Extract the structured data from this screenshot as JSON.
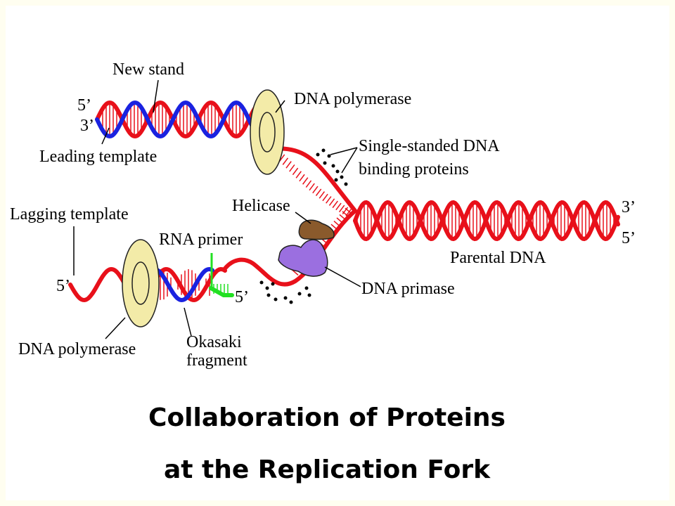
{
  "labels": {
    "new_strand": "New stand",
    "dna_polymerase_top": "DNA polymerase",
    "five_prime_top": "5’",
    "three_prime_top": "3’",
    "leading_template": "Leading template",
    "ssb_line1": "Single-standed DNA",
    "ssb_line2": "binding proteins",
    "helicase": "Helicase",
    "lagging_template": "Lagging template",
    "rna_primer": "RNA primer",
    "parental_dna": "Parental DNA",
    "three_prime_right": "3’",
    "five_prime_right": "5’",
    "five_prime_lagging": "5’",
    "five_prime_primer": "5’",
    "dna_primase": "DNA primase",
    "dna_polymerase_bottom": "DNA polymerase",
    "okasaki_line1": "Okasaki",
    "okasaki_line2": "fragment"
  },
  "title": {
    "line1": "Collaboration of Proteins",
    "line2": "at the Replication Fork"
  },
  "colors": {
    "template_strand": "#e8101a",
    "new_strand": "#1a22e0",
    "rna_primer": "#22e022",
    "polymerase": "#f3eba8",
    "helicase": "#8a5a2c",
    "primase": "#9b6fe0"
  }
}
